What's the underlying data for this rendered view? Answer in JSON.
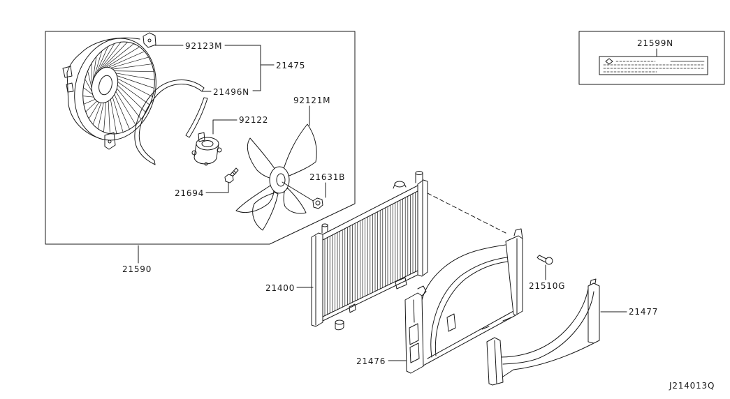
{
  "labels": [
    "92123M",
    "21475",
    "21496N",
    "92122",
    "92121M",
    "21631B",
    "21694",
    "21590",
    "21599N",
    "21400",
    "21510G",
    "21477",
    "21476"
  ],
  "diagram_code": "J214013Q",
  "colors": {
    "line": "#1a1a1a",
    "background": "#ffffff"
  }
}
